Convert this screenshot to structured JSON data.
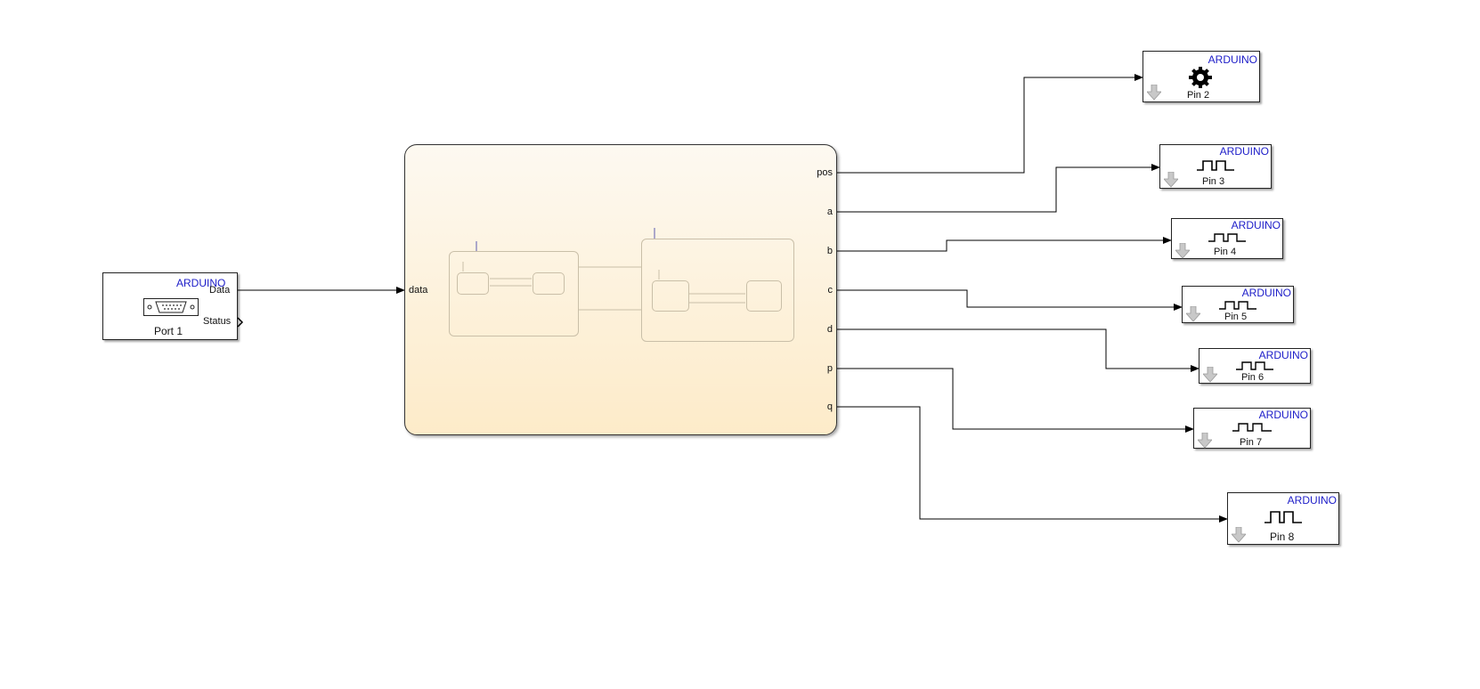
{
  "serial_block": {
    "brand": "ARDUINO",
    "port_label": "Port 1",
    "outputs": [
      "Data",
      "Status"
    ]
  },
  "chart_block": {
    "input": "data",
    "outputs": [
      "pos",
      "a",
      "b",
      "c",
      "d",
      "p",
      "q"
    ]
  },
  "output_blocks": [
    {
      "brand": "ARDUINO",
      "label": "Pin 2",
      "icon": "servo-gear-icon"
    },
    {
      "brand": "ARDUINO",
      "label": "Pin 3",
      "icon": "pwm-wave-icon"
    },
    {
      "brand": "ARDUINO",
      "label": "Pin 4",
      "icon": "pwm-wave-icon"
    },
    {
      "brand": "ARDUINO",
      "label": "Pin 5",
      "icon": "pwm-wave-icon"
    },
    {
      "brand": "ARDUINO",
      "label": "Pin 6",
      "icon": "pwm-wave-icon"
    },
    {
      "brand": "ARDUINO",
      "label": "Pin 7",
      "icon": "pwm-wave-icon"
    },
    {
      "brand": "ARDUINO",
      "label": "Pin 8",
      "icon": "pwm-wave-icon"
    }
  ],
  "colors": {
    "brand": "#1c1cc8",
    "chart_top": "#fdf9f1",
    "chart_bottom": "#fdebc9",
    "line": "#000000"
  }
}
